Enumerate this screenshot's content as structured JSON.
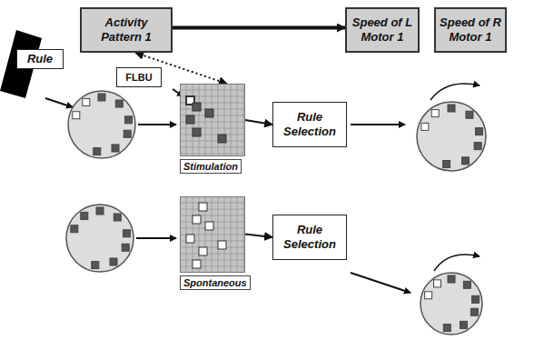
{
  "diagram": {
    "nodes": [
      {
        "text": [
          "Rule"
        ]
      },
      {
        "text": [
          "Activity Pattern 1"
        ]
      },
      {
        "text": [
          "Speed of L Motor 1"
        ]
      },
      {
        "text": [
          "Speed of R Motor 1"
        ]
      },
      {
        "text": [
          "FLBU"
        ]
      },
      {
        "text": [
          "Stimulation"
        ]
      },
      {
        "text": [
          "Rule Selection"
        ]
      },
      {
        "text": [
          "Spontaneous"
        ]
      },
      {
        "text": [
          "Rule Selection"
        ]
      }
    ],
    "edges": [
      {
        "from": 1,
        "to": 2,
        "arrow": "to"
      },
      {
        "from": 1,
        "to": 5,
        "arrow": "both"
      },
      {
        "from": 5,
        "to": 6,
        "arrow": "to"
      },
      {
        "from": 7,
        "to": 8,
        "arrow": "to"
      }
    ]
  }
}
